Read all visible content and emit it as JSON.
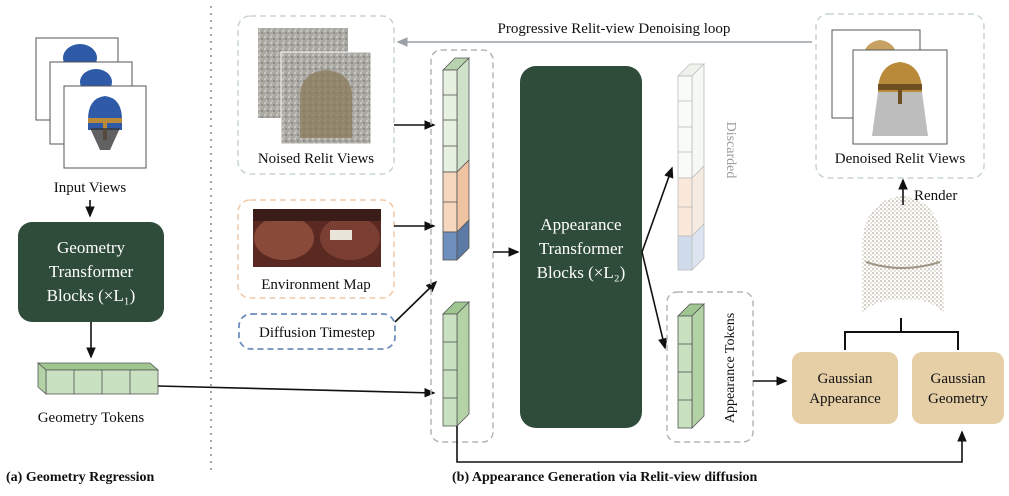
{
  "input_views": {
    "label": "Input Views"
  },
  "geometry_block": {
    "line1": "Geometry",
    "line2": "Transformer",
    "line3": "Blocks (×L₁)"
  },
  "geometry_tokens": {
    "label": "Geometry Tokens"
  },
  "captions": {
    "a": "(a) Geometry Regression",
    "b": "(b) Appearance Generation via Relit-view diffusion"
  },
  "loop": {
    "label": "Progressive Relit-view Denoising loop"
  },
  "noised": {
    "label": "Noised Relit Views"
  },
  "env_map": {
    "label": "Environment Map"
  },
  "timestep": {
    "label": "Diffusion Timestep"
  },
  "appearance_block": {
    "line1": "Appearance",
    "line2": "Transformer",
    "line3": "Blocks (×L₂)"
  },
  "discarded": {
    "label": "Discarded"
  },
  "appearance_tokens": {
    "label": "Appearance Tokens"
  },
  "gaussian_appearance": {
    "line1": "Gaussian",
    "line2": "Appearance"
  },
  "gaussian_geometry": {
    "line1": "Gaussian",
    "line2": "Geometry"
  },
  "denoised": {
    "label": "Denoised Relit Views"
  },
  "render": {
    "label": "Render"
  },
  "colors": {
    "block_green": "#2f4c3a",
    "token_green": "#c9e0c1",
    "token_light_green": "#e6f1e2",
    "token_orange": "#f6d6bd",
    "token_blue": "#6f8fbd",
    "gaussian_tan": "#e6cfa7",
    "helmet_blue": "#2f5aa8",
    "helmet_gold": "#b88a3a"
  }
}
